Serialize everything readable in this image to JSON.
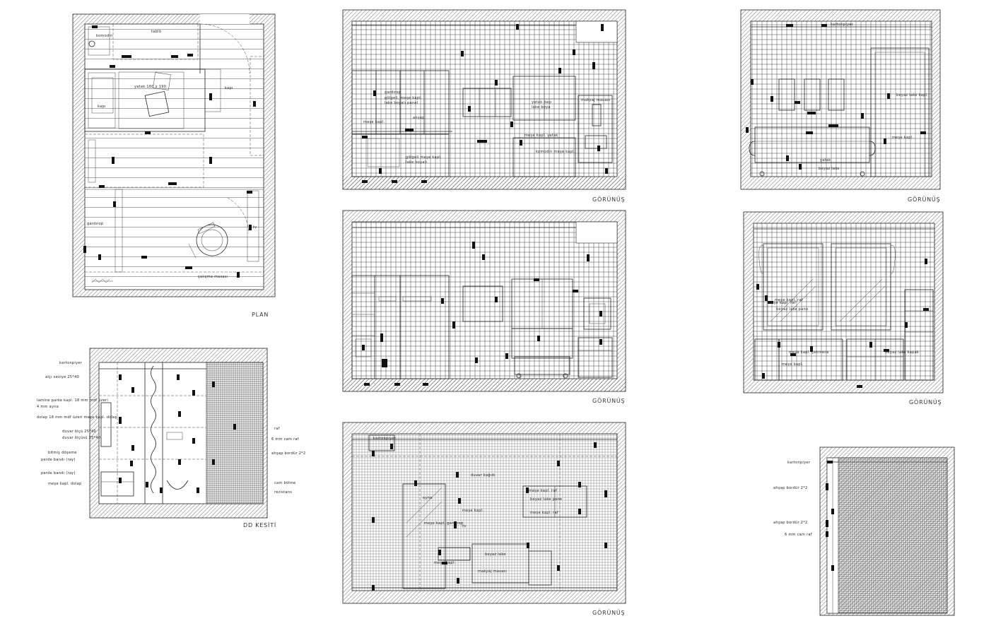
{
  "captions": {
    "plan": "PLAN",
    "elev1": "GÖRÜNÜŞ",
    "elev2": "GÖRÜNÜŞ",
    "elev3": "GÖRÜNÜŞ",
    "elev4": "GÖRÜNÜŞ",
    "elev5": "GÖRÜNÜŞ",
    "section": "DD KESİTİ"
  },
  "plan": {
    "labels": [
      "komodin",
      "tablo",
      "yatak 160 x 190",
      "kapı",
      "kapı",
      "gardırop",
      "tv",
      "çalışma masası"
    ]
  },
  "elev1": {
    "labels": [
      "gardırop",
      "gölgeli, meşe kapl.",
      "lake boyalı panel",
      "meşe kapl.",
      "ahşap",
      "gölgeli meşe kapl.",
      "lake boyalı",
      "yatak başı",
      "lake boya",
      "makyaj masası",
      "meşe kapl. yatak",
      "komodin meşe kapl."
    ]
  },
  "elev2": {
    "labels": [
      "kartonpiyer",
      "beyaz lake kapl.",
      "meşe kapl.",
      "yatak",
      "beyaz lake"
    ]
  },
  "elev4": {
    "labels": [
      "meşe kapl. raf",
      "meşe kapl. raf",
      "beyaz lake pano",
      "meşe kapl. çekmece",
      "meşe kapl.",
      "beyaz lake kapak"
    ]
  },
  "elev5": {
    "labels": [
      "kartonpiyer",
      "duvar kağıdı",
      "ayna",
      "meşe kapl. raf",
      "beyaz lake pano",
      "meşe kapl. raf",
      "meşe kapl. gardırop",
      "meşe kapl.",
      "tv",
      "beyaz lake",
      "meşe kapl.",
      "makyaj masası"
    ]
  },
  "section": {
    "left_labels": [
      "kartonpiyer",
      "alçı seviye 25*40",
      "lamine parke kapl. 18 mm mdf üzeri",
      "4 mm ayna",
      "dolap 18 mm mdf üzeri meşe kapl. dolap",
      "duvar ölçü 25*40",
      "duvar ölçüsü 25*40",
      "bitmiş döşeme",
      "perde bandı (ray)",
      "perde bandı (ray)",
      "meşe kapl. dolap"
    ],
    "right_labels": [
      "raf",
      "6 mm cam raf",
      "ahşap bordür 2*2",
      "cam bölme",
      "rezistans"
    ]
  },
  "detail": {
    "labels": [
      "kartonpiyer",
      "ahşap bordür 2*2",
      "ahşap bordür 2*2",
      "6 mm cam raf"
    ]
  }
}
